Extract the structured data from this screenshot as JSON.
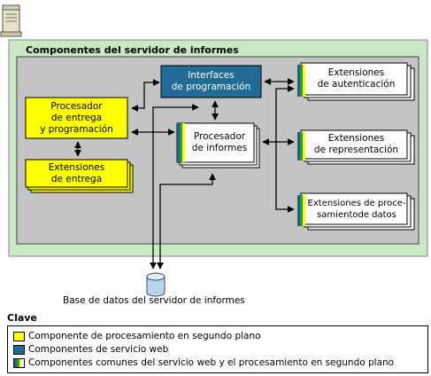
{
  "colors": {
    "outer_panel": "#c9e8c4",
    "inner_panel": "#c4c4c4",
    "background_component": "#ffff00",
    "web_component": "#206c96",
    "shared_component": "#ffffff",
    "strip_blue": "#1f5f8b",
    "strip_green": "#2ca02c",
    "strip_yellow": "#ffff00"
  },
  "diagram": {
    "title": "Componentes del servidor de informes",
    "server_icon": "server-icon",
    "database_icon": "database-icon",
    "database_label": "Base de datos del servidor de informes",
    "nodes": {
      "interfaces": "Interfaces\nde programación",
      "delivery_processor": "Procesador\nde entrega\ny programación",
      "delivery_extensions": "Extensiones\nde entrega",
      "report_processor": "Procesador\nde informes",
      "auth_extensions": "Extensiones\nde autenticación",
      "render_extensions": "Extensiones\nde representación",
      "data_extensions": "Extensiones de proce-\nsamientode datos"
    }
  },
  "key": {
    "title": "Clave",
    "items": [
      {
        "label": "Componente de procesamiento en segundo plano",
        "swatch": "background"
      },
      {
        "label": "Componentes de servicio web",
        "swatch": "web"
      },
      {
        "label": "Componentes comunes del servicio web y el procesamiento en segundo plano",
        "swatch": "shared"
      }
    ]
  }
}
